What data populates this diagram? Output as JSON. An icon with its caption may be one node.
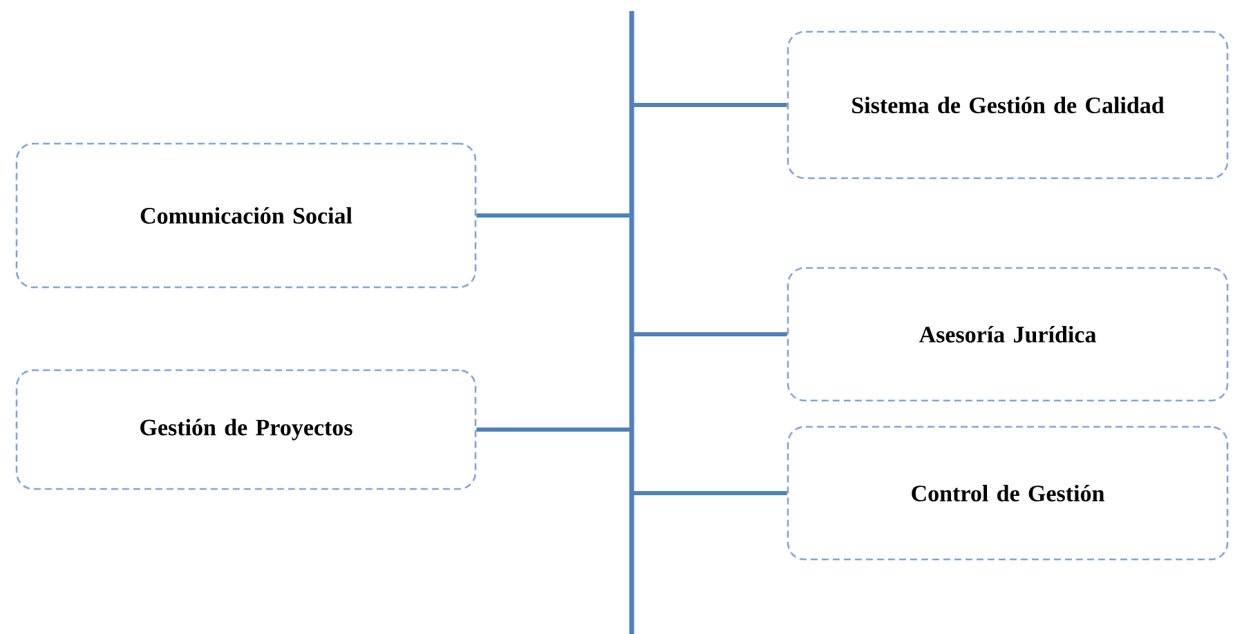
{
  "diagram": {
    "nodes": [
      {
        "text": [],
        "shape": "bar"
      },
      {
        "text": [
          "Sistema de Gestión de Calidad"
        ]
      },
      {
        "text": [
          "Comunicación Social"
        ]
      },
      {
        "text": [
          "Asesoría Jurídica"
        ]
      },
      {
        "text": [
          "Gestión de Proyectos"
        ]
      },
      {
        "text": [
          "Control de Gestión"
        ]
      }
    ],
    "edges": [
      {
        "from": 0,
        "to": 1,
        "arrow": "none"
      },
      {
        "from": 2,
        "to": 0,
        "arrow": "none"
      },
      {
        "from": 0,
        "to": 3,
        "arrow": "none"
      },
      {
        "from": 4,
        "to": 0,
        "arrow": "none"
      },
      {
        "from": 0,
        "to": 5,
        "arrow": "none"
      }
    ]
  }
}
